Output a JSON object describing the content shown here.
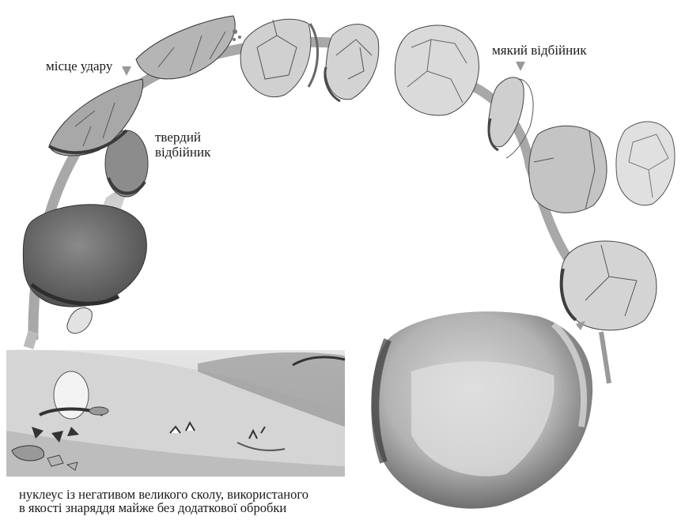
{
  "labels": {
    "impact_point": "місце удару",
    "soft_hammer": "мякий відбійник",
    "hard_hammer_line1": "твердий",
    "hard_hammer_line2": "відбійник"
  },
  "caption": {
    "line1": "нуклеус із негативом великого сколу, використаного",
    "line2": "в якості знаряддя майже без додаткової обробки"
  },
  "colors": {
    "arc": "#8f8f8f",
    "stone_dark": "#6e6e6e",
    "stone_mid": "#9a9a9a",
    "stone_light": "#c8c8c8",
    "stone_pale": "#dcdcdc",
    "scar_line": "#4a4a4a"
  }
}
